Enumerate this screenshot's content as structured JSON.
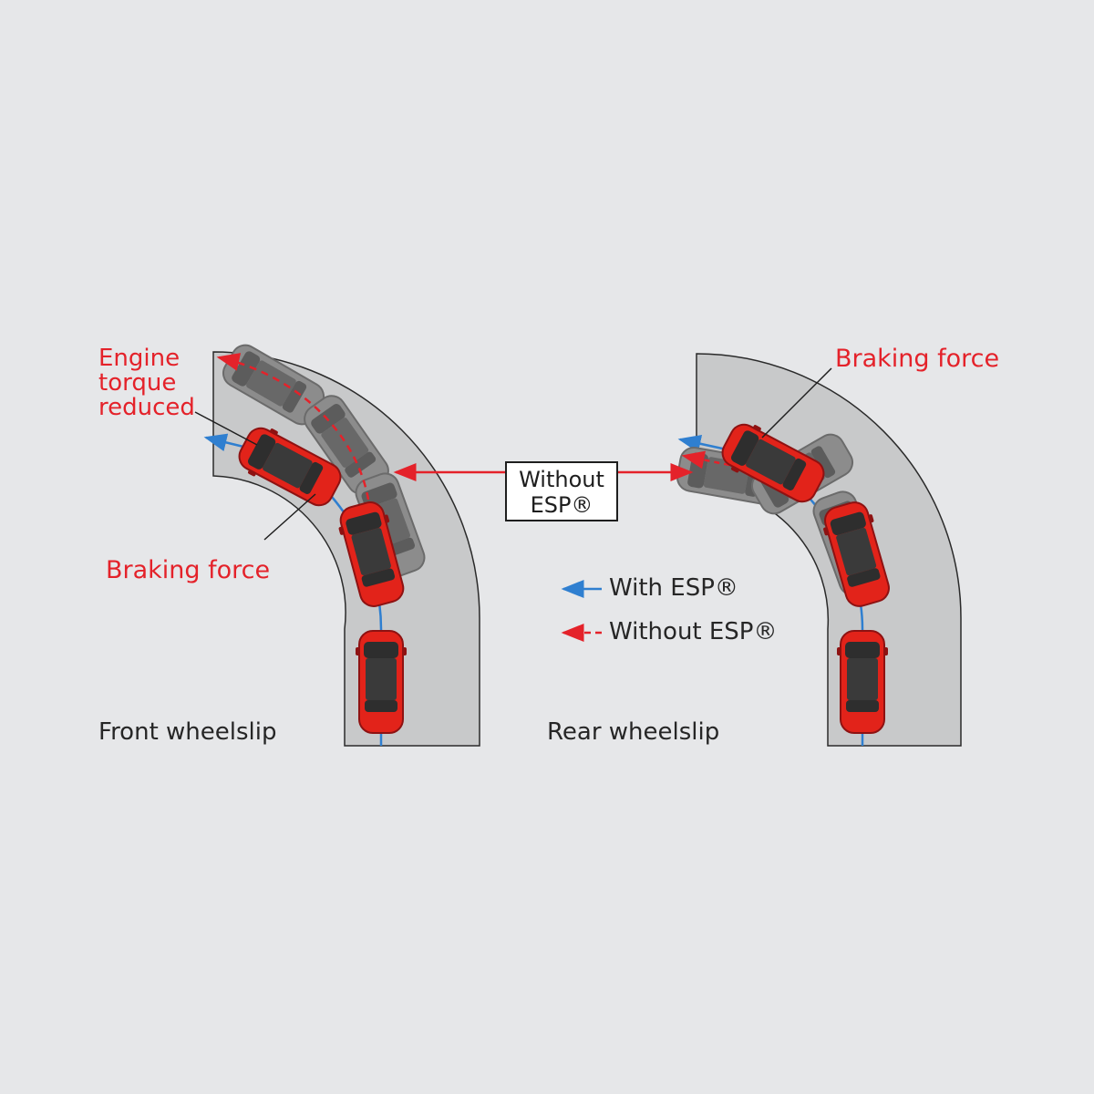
{
  "diagram": {
    "colors": {
      "background": "#e6e7e9",
      "road": "#c8c9ca",
      "car_red": "#e2231a",
      "car_ghost": "#8c8c8c",
      "with_esp": "#2f7fd0",
      "without_esp": "#e4222a"
    },
    "labels": {
      "engine_torque": [
        "Engine",
        "torque",
        "reduced"
      ],
      "braking_force_left": "Braking force",
      "braking_force_right": "Braking force",
      "without_esp_box": [
        "Without",
        "ESP®"
      ],
      "front_wheelslip": "Front wheelslip",
      "rear_wheelslip": "Rear wheelslip"
    },
    "legend": [
      {
        "style": "solid-blue-arrow",
        "label": "With ESP®"
      },
      {
        "style": "dashed-red-arrow",
        "label": "Without ESP®"
      }
    ]
  }
}
